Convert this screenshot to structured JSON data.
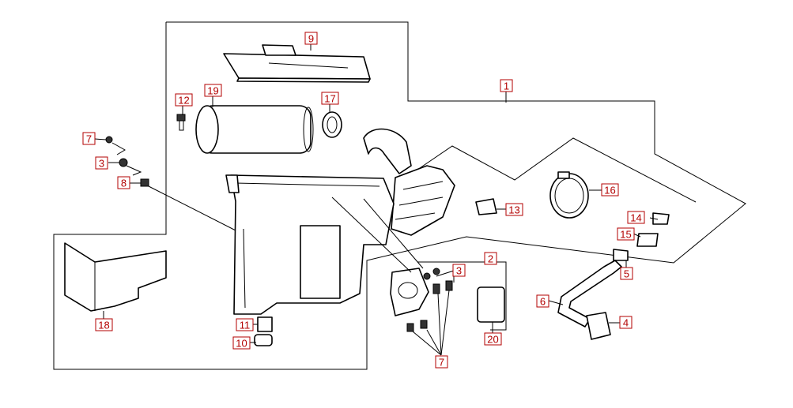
{
  "callouts": {
    "p1": "1",
    "p2": "2",
    "p3a": "3",
    "p3b": "3",
    "p4": "4",
    "p5": "5",
    "p6": "6",
    "p7a": "7",
    "p7b": "7",
    "p8": "8",
    "p9": "9",
    "p10": "10",
    "p11": "11",
    "p12": "12",
    "p13": "13",
    "p14": "14",
    "p15": "15",
    "p16": "16",
    "p17": "17",
    "p18": "18",
    "p19": "19",
    "p20": "20"
  }
}
